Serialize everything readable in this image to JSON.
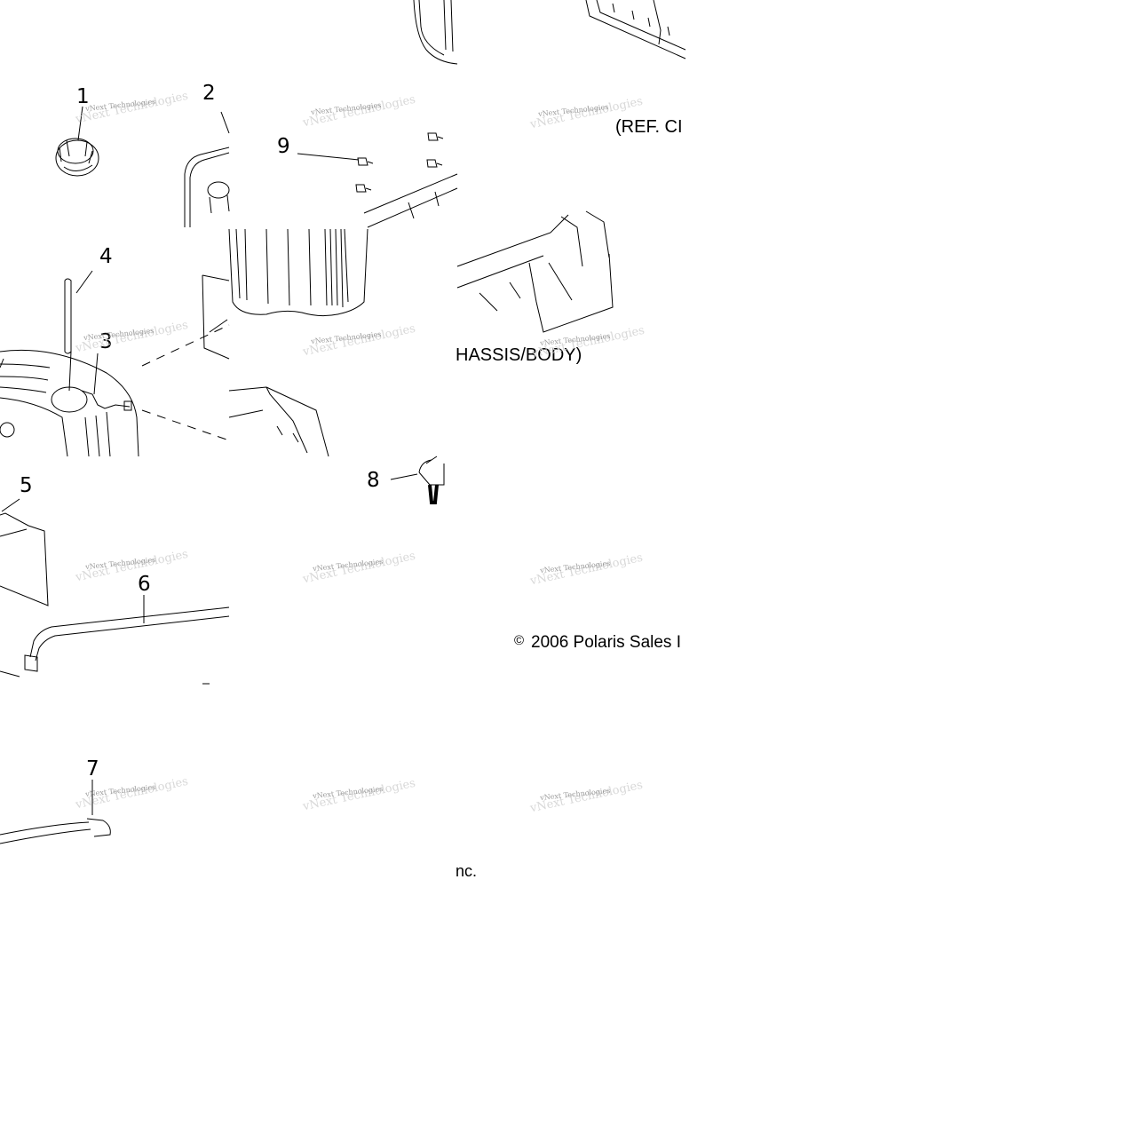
{
  "callouts": [
    "1",
    "2",
    "3",
    "4",
    "5",
    "6",
    "7",
    "8",
    "9"
  ],
  "captions": {
    "ref_part1": "(REF. CI",
    "ref_part2": "HASSIS/BODY)",
    "copyright_symbol": "©",
    "copyright_part1": "2006 Polaris Sales I",
    "copyright_part2": "nc."
  },
  "watermark": {
    "text": "vNext Technologies",
    "ghost_text": "vNext Technologies"
  }
}
